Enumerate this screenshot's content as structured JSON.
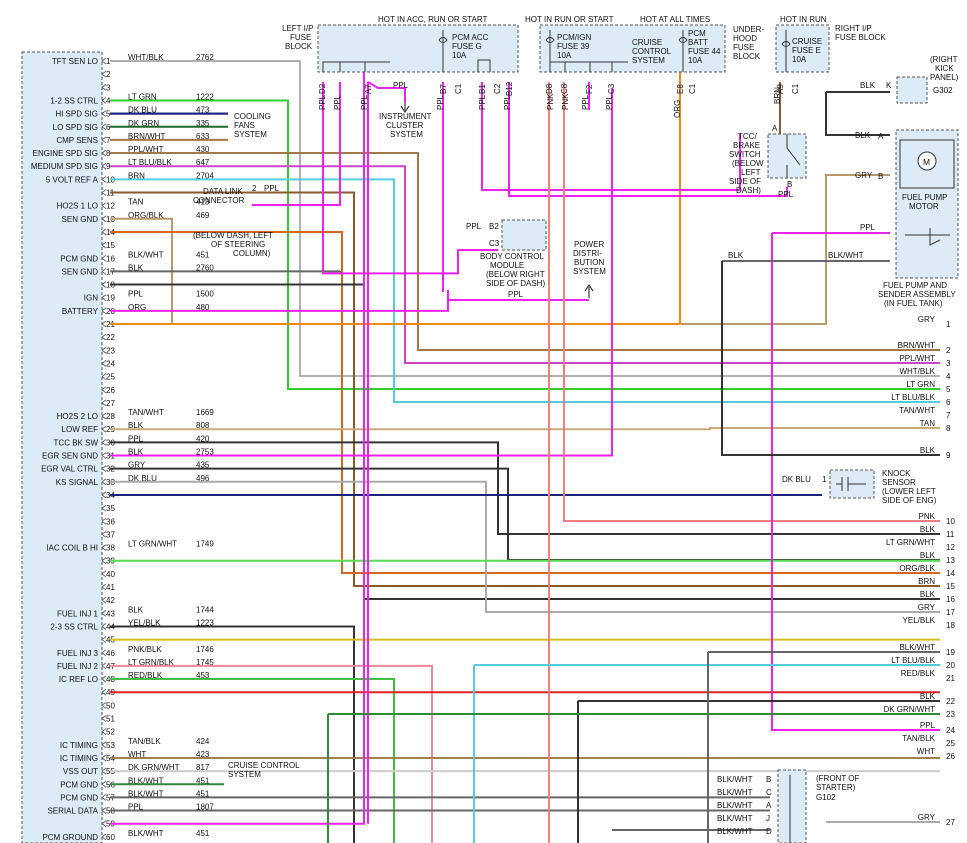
{
  "pcm_pins": [
    {
      "n": "1",
      "label": "TFT SEN LO",
      "color": "WHT/BLK",
      "circuit": "2762"
    },
    {
      "n": "2",
      "label": "",
      "color": "",
      "circuit": ""
    },
    {
      "n": "3",
      "label": "",
      "color": "",
      "circuit": ""
    },
    {
      "n": "4",
      "label": "1-2 SS CTRL",
      "color": "LT GRN",
      "circuit": "1222"
    },
    {
      "n": "5",
      "label": "HI SPD SIG",
      "color": "DK BLU",
      "circuit": "473"
    },
    {
      "n": "6",
      "label": "LO SPD SIG",
      "color": "DK GRN",
      "circuit": "335"
    },
    {
      "n": "7",
      "label": "CMP SENS",
      "color": "BRN/WHT",
      "circuit": "633"
    },
    {
      "n": "8",
      "label": "ENGINE SPD SIG",
      "color": "PPL/WHT",
      "circuit": "430"
    },
    {
      "n": "9",
      "label": "MEDIUM SPD SIG",
      "color": "LT BLU/BLK",
      "circuit": "647"
    },
    {
      "n": "10",
      "label": "5 VOLT REF A",
      "color": "BRN",
      "circuit": "2704"
    },
    {
      "n": "11",
      "label": "",
      "color": "",
      "circuit": ""
    },
    {
      "n": "12",
      "label": "HO2S 1 LO",
      "color": "TAN",
      "circuit": "413"
    },
    {
      "n": "13",
      "label": "SEN GND",
      "color": "ORG/BLK",
      "circuit": "469"
    },
    {
      "n": "14",
      "label": "",
      "color": "",
      "circuit": ""
    },
    {
      "n": "15",
      "label": "",
      "color": "",
      "circuit": ""
    },
    {
      "n": "16",
      "label": "PCM GND",
      "color": "BLK/WHT",
      "circuit": "451"
    },
    {
      "n": "17",
      "label": "SEN GND",
      "color": "BLK",
      "circuit": "2760"
    },
    {
      "n": "18",
      "label": "",
      "color": "",
      "circuit": ""
    },
    {
      "n": "19",
      "label": "IGN",
      "color": "PPL",
      "circuit": "1500"
    },
    {
      "n": "20",
      "label": "BATTERY",
      "color": "ORG",
      "circuit": "480"
    },
    {
      "n": "21",
      "label": "",
      "color": "",
      "circuit": ""
    },
    {
      "n": "22",
      "label": "",
      "color": "",
      "circuit": ""
    },
    {
      "n": "23",
      "label": "",
      "color": "",
      "circuit": ""
    },
    {
      "n": "24",
      "label": "",
      "color": "",
      "circuit": ""
    },
    {
      "n": "25",
      "label": "",
      "color": "",
      "circuit": ""
    },
    {
      "n": "26",
      "label": "",
      "color": "",
      "circuit": ""
    },
    {
      "n": "27",
      "label": "",
      "color": "",
      "circuit": ""
    },
    {
      "n": "28",
      "label": "HO2S 2 LO",
      "color": "TAN/WHT",
      "circuit": "1669"
    },
    {
      "n": "29",
      "label": "LOW REF",
      "color": "BLK",
      "circuit": "808"
    },
    {
      "n": "30",
      "label": "TCC BK SW",
      "color": "PPL",
      "circuit": "420"
    },
    {
      "n": "31",
      "label": "EGR SEN GND",
      "color": "BLK",
      "circuit": "2753"
    },
    {
      "n": "32",
      "label": "EGR VAL CTRL",
      "color": "GRY",
      "circuit": "435"
    },
    {
      "n": "33",
      "label": "KS SIGNAL",
      "color": "DK BLU",
      "circuit": "496"
    },
    {
      "n": "34",
      "label": "",
      "color": "",
      "circuit": ""
    },
    {
      "n": "35",
      "label": "",
      "color": "",
      "circuit": ""
    },
    {
      "n": "36",
      "label": "",
      "color": "",
      "circuit": ""
    },
    {
      "n": "37",
      "label": "",
      "color": "",
      "circuit": ""
    },
    {
      "n": "38",
      "label": "IAC COIL B HI",
      "color": "LT GRN/WHT",
      "circuit": "1749"
    },
    {
      "n": "39",
      "label": "",
      "color": "",
      "circuit": ""
    },
    {
      "n": "40",
      "label": "",
      "color": "",
      "circuit": ""
    },
    {
      "n": "41",
      "label": "",
      "color": "",
      "circuit": ""
    },
    {
      "n": "42",
      "label": "",
      "color": "",
      "circuit": ""
    },
    {
      "n": "43",
      "label": "FUEL INJ 1",
      "color": "BLK",
      "circuit": "1744"
    },
    {
      "n": "44",
      "label": "2-3 SS CTRL",
      "color": "YEL/BLK",
      "circuit": "1223"
    },
    {
      "n": "45",
      "label": "",
      "color": "",
      "circuit": ""
    },
    {
      "n": "46",
      "label": "FUEL INJ 3",
      "color": "PNK/BLK",
      "circuit": "1746"
    },
    {
      "n": "47",
      "label": "FUEL INJ 2",
      "color": "LT GRN/BLK",
      "circuit": "1745"
    },
    {
      "n": "48",
      "label": "IC REF LO",
      "color": "RED/BLK",
      "circuit": "453"
    },
    {
      "n": "49",
      "label": "",
      "color": "",
      "circuit": ""
    },
    {
      "n": "50",
      "label": "",
      "color": "",
      "circuit": ""
    },
    {
      "n": "51",
      "label": "",
      "color": "",
      "circuit": ""
    },
    {
      "n": "52",
      "label": "",
      "color": "",
      "circuit": ""
    },
    {
      "n": "53",
      "label": "IC TIMING",
      "color": "TAN/BLK",
      "circuit": "424"
    },
    {
      "n": "54",
      "label": "IC TIMING",
      "color": "WHT",
      "circuit": "423"
    },
    {
      "n": "55",
      "label": "VSS OUT",
      "color": "DK GRN/WHT",
      "circuit": "817"
    },
    {
      "n": "56",
      "label": "PCM GND",
      "color": "BLK/WHT",
      "circuit": "451"
    },
    {
      "n": "57",
      "label": "PCM GND",
      "color": "BLK/WHT",
      "circuit": "451"
    },
    {
      "n": "58",
      "label": "SERIAL DATA",
      "color": "PPL",
      "circuit": "1807"
    },
    {
      "n": "59",
      "label": "",
      "color": "",
      "circuit": ""
    },
    {
      "n": "60",
      "label": "PCM GROUND",
      "color": "BLK/WHT",
      "circuit": "451"
    }
  ],
  "right_wires": [
    {
      "n": "1",
      "color": "GRY"
    },
    {
      "n": "2",
      "color": "BRN/WHT"
    },
    {
      "n": "3",
      "color": "PPL/WHT"
    },
    {
      "n": "4",
      "color": "WHT/BLK"
    },
    {
      "n": "5",
      "color": "LT GRN"
    },
    {
      "n": "6",
      "color": "LT BLU/BLK"
    },
    {
      "n": "7",
      "color": "TAN/WHT"
    },
    {
      "n": "8",
      "color": "TAN"
    },
    {
      "n": "9",
      "color": "BLK"
    },
    {
      "n": "10",
      "color": "PNK"
    },
    {
      "n": "11",
      "color": "BLK"
    },
    {
      "n": "12",
      "color": "LT GRN/WHT"
    },
    {
      "n": "13",
      "color": "BLK"
    },
    {
      "n": "14",
      "color": "ORG/BLK"
    },
    {
      "n": "15",
      "color": "BRN"
    },
    {
      "n": "16",
      "color": "BLK"
    },
    {
      "n": "17",
      "color": "GRY"
    },
    {
      "n": "18",
      "color": "YEL/BLK"
    },
    {
      "n": "19",
      "color": "BLK/WHT"
    },
    {
      "n": "20",
      "color": "LT BLU/BLK"
    },
    {
      "n": "21",
      "color": "RED/BLK"
    },
    {
      "n": "22",
      "color": "BLK"
    },
    {
      "n": "23",
      "color": "DK GRN/WHT"
    },
    {
      "n": "24",
      "color": "PPL"
    },
    {
      "n": "25",
      "color": "TAN/BLK"
    },
    {
      "n": "26",
      "color": "WHT"
    },
    {
      "n": "27",
      "color": "GRY"
    }
  ],
  "colors": {
    "WHT/BLK": "#b0b0b0",
    "LT GRN": "#33cc33",
    "DK BLU": "#1a237e",
    "DK GRN": "#1b6b2a",
    "BRN/WHT": "#a0784a",
    "PPL/WHT": "#cc44cc",
    "LT BLU/BLK": "#55ccdd",
    "BRN": "#8b5a2b",
    "TAN": "#b89a6a",
    "ORG/BLK": "#d2691e",
    "BLK/WHT": "#666666",
    "BLK": "#333333",
    "PPL": "#ee22ee",
    "ORG": "#ee8a1a",
    "TAN/WHT": "#c8aa78",
    "GRY": "#aaaaaa",
    "LT GRN/WHT": "#55dd55",
    "YEL/BLK": "#d4c020",
    "PNK/BLK": "#ee8899",
    "PNK": "#f08080",
    "LT GRN/BLK": "#44bb44",
    "RED/BLK": "#dd2222",
    "TAN/BLK": "#a08050",
    "WHT": "#cccccc",
    "DK GRN/WHT": "#2e8b3e"
  },
  "labels": {
    "hot_acc_run_start": "HOT IN ACC, RUN OR START",
    "hot_run_start": "HOT IN RUN OR START",
    "hot_all_times": "HOT AT ALL TIMES",
    "hot_run": "HOT IN RUN",
    "left_ip_fuse_1": "LEFT I/P",
    "left_ip_fuse_2": "FUSE",
    "left_ip_fuse_3": "BLOCK",
    "pcm_acc_1": "PCM ACC",
    "pcm_acc_2": "FUSE G",
    "pcm_acc_3": "10A",
    "pcm_ign_1": "PCM/IGN",
    "pcm_ign_2": "FUSE 39",
    "pcm_ign_3": "10A",
    "cruise_ctrl_1": "CRUISE",
    "cruise_ctrl_2": "CONTROL",
    "cruise_ctrl_3": "SYSTEM",
    "pcm_batt_1": "PCM",
    "pcm_batt_2": "BATT",
    "pcm_batt_3": "FUSE 44",
    "pcm_batt_4": "10A",
    "underhood_1": "UNDER-",
    "underhood_2": "HOOD",
    "underhood_3": "FUSE",
    "underhood_4": "BLOCK",
    "cruise_e_1": "CRUISE",
    "cruise_e_2": "FUSE E",
    "cruise_e_3": "10A",
    "right_ip_1": "RIGHT I/P",
    "right_ip_2": "FUSE BLOCK",
    "right_kick_1": "(RIGHT",
    "right_kick_2": "KICK",
    "right_kick_3": "PANEL)",
    "g302": "G302",
    "instrument_1": "INSTRUMENT",
    "instrument_2": "CLUSTER",
    "instrument_3": "SYSTEM",
    "cooling_1": "COOLING",
    "cooling_2": "FANS",
    "cooling_3": "SYSTEM",
    "dlc_1": "DATA LINK",
    "dlc_2": "CONNECTOR",
    "dlc_note_1": "(BELOW DASH, LEFT",
    "dlc_note_2": "OF STEERING",
    "dlc_note_3": "COLUMN)",
    "bcm_1": "BODY CONTROL",
    "bcm_2": "MODULE",
    "bcm_3": "(BELOW RIGHT",
    "bcm_4": "SIDE OF DASH)",
    "power_1": "POWER",
    "power_2": "DISTRI-",
    "power_3": "BUTION",
    "power_4": "SYSTEM",
    "tcc_1": "TCC/",
    "tcc_2": "BRAKE",
    "tcc_3": "SWITCH",
    "tcc_4": "(BELOW",
    "tcc_5": "LEFT",
    "tcc_6": "SIDE OF",
    "tcc_7": "DASH)",
    "fuel_pump_1": "FUEL PUMP",
    "fuel_pump_2": "MOTOR",
    "fuel_sender_1": "FUEL PUMP AND",
    "fuel_sender_2": "SENDER ASSEMBLY",
    "fuel_sender_3": "(IN FUEL TANK)",
    "knock_1": "KNOCK",
    "knock_2": "SENSOR",
    "knock_3": "(LOWER LEFT",
    "knock_4": "SIDE OF ENG)",
    "cruise_sys_1": "CRUISE CONTROL",
    "cruise_sys_2": "SYSTEM",
    "starter_1": "(FRONT OF",
    "starter_2": "STARTER)",
    "g102": "G102",
    "motor_m": "M"
  },
  "pin_tags": {
    "D2": "D2",
    "A7": "A7",
    "B7": "B7",
    "C1a": "C1",
    "B1": "B1",
    "C2": "C2",
    "B12": "B12",
    "D8": "D8",
    "C8": "C8",
    "F2": "F2",
    "C3": "C3",
    "E8": "E8",
    "C1b": "C1",
    "A9": "A9",
    "C1c": "C1",
    "B2": "B2",
    "C3b": "C3",
    "K": "K",
    "A": "A",
    "B": "B",
    "A_tcc": "A",
    "B_tcc": "B",
    "two": "2",
    "one": "1",
    "sB": "B",
    "sC": "C",
    "sA": "A",
    "sJ": "J",
    "sD": "D"
  },
  "wire_labels": {
    "ppl": "PPL",
    "pnk": "PNK",
    "org": "ORG",
    "brn": "BRN",
    "blk": "BLK",
    "gry": "GRY",
    "blk_wht": "BLK/WHT",
    "dk_blu": "DK BLU"
  }
}
